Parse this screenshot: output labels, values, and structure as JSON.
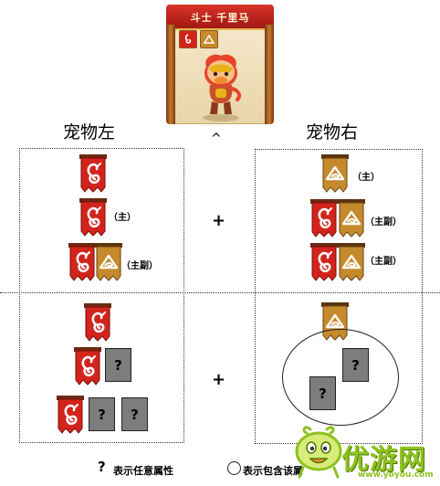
{
  "card": {
    "name": "斗士 千里马"
  },
  "caret": "^",
  "left_title": "宠物左",
  "right_title": "宠物右",
  "plus": "+",
  "labels": {
    "main": "（主）",
    "main_sub": "（主副）"
  },
  "question": "?",
  "legend": {
    "question_mark": "?",
    "any_attr": "表示任意属性",
    "contains": "表示包含该属"
  },
  "watermark": {
    "text": "优游网",
    "url": "www.yoyou.com"
  },
  "colors": {
    "fire_red": "#d2241c",
    "earth_gold": "#c58a2c",
    "unknown_gray": "#7d7d7d"
  }
}
